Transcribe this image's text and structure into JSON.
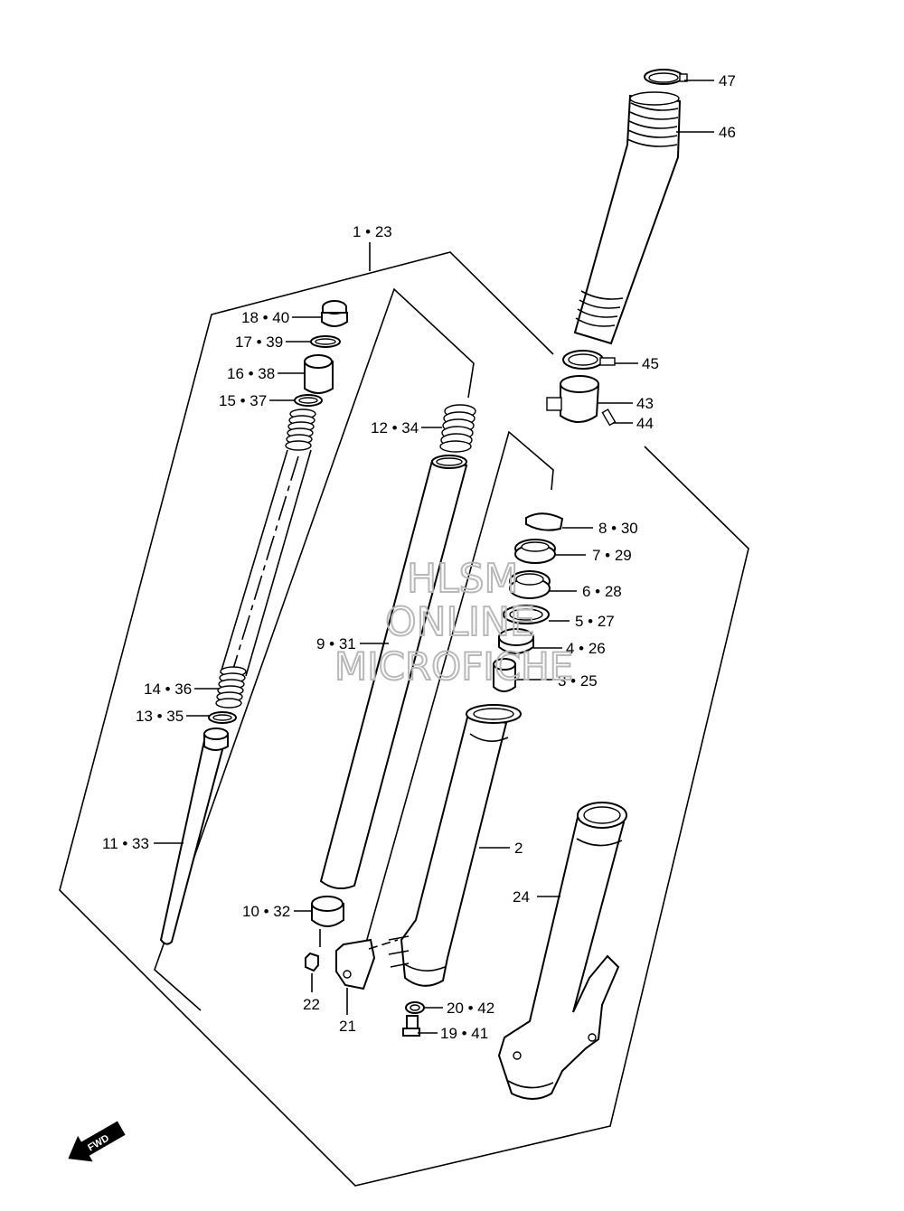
{
  "callouts": {
    "c1_23": "1 • 23",
    "c2": "2",
    "c3_25": "3 • 25",
    "c4_26": "4 • 26",
    "c5_27": "5 • 27",
    "c6_28": "6 • 28",
    "c7_29": "7 • 29",
    "c8_30": "8 • 30",
    "c9_31": "9 • 31",
    "c10_32": "10 • 32",
    "c11_33": "11 • 33",
    "c12_34": "12 • 34",
    "c13_35": "13 • 35",
    "c14_36": "14 • 36",
    "c15_37": "15 • 37",
    "c16_38": "16 • 38",
    "c17_39": "17 • 39",
    "c18_40": "18 • 40",
    "c19_41": "19 • 41",
    "c20_42": "20 • 42",
    "c21": "21",
    "c22": "22",
    "c24": "24",
    "c43": "43",
    "c44": "44",
    "c45": "45",
    "c46": "46",
    "c47": "47"
  },
  "watermark": {
    "line1": "HLSM",
    "line2": "ONLINE",
    "line3": "MICROFICHE"
  },
  "fwd_arrow": {
    "label": "FWD"
  }
}
